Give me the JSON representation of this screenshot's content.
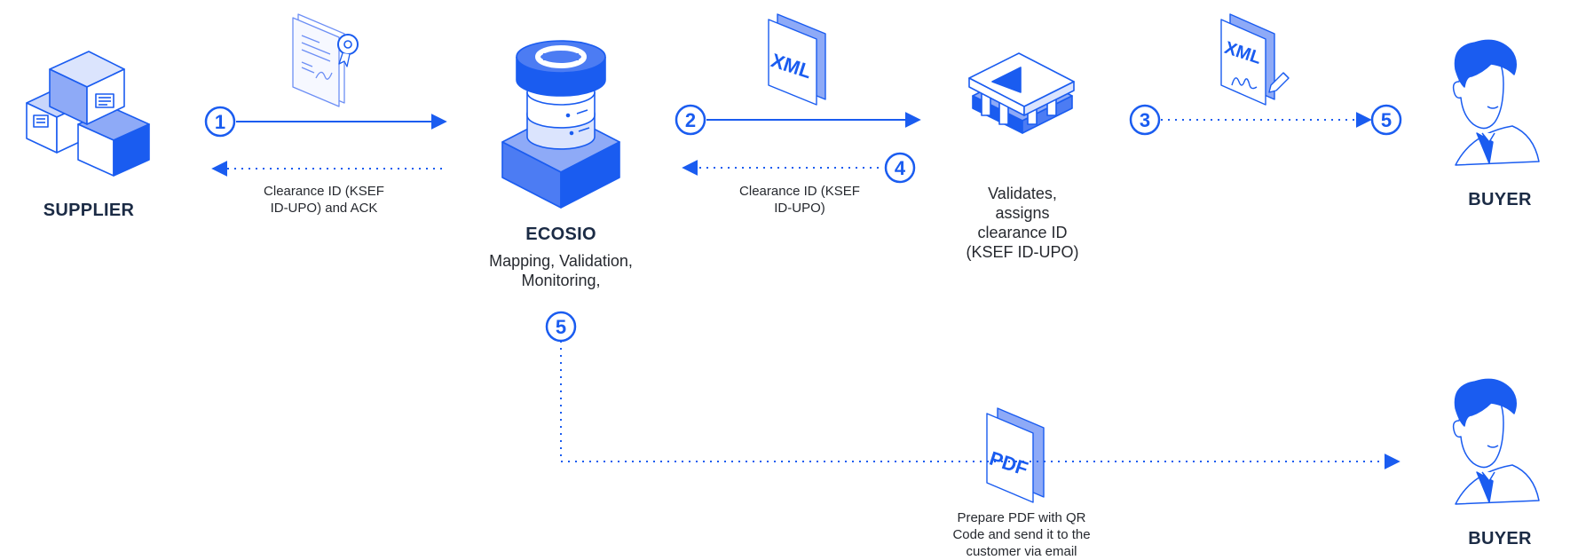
{
  "colors": {
    "accent": "#1a5cf0",
    "light": "#8eaaf7",
    "pale": "#dbe4fd",
    "dark": "#1b2b45"
  },
  "supplier": {
    "label": "SUPPLIER"
  },
  "ecosio": {
    "title": "ECOSIO",
    "desc": "Mapping, Validation,\nMonitoring,"
  },
  "authority": {
    "desc": "Validates,\nassigns\nclearance ID\n(KSEF ID-UPO)"
  },
  "buyer_top": {
    "label": "BUYER"
  },
  "buyer_bottom": {
    "label": "BUYER"
  },
  "steps": [
    "1",
    "2",
    "3",
    "4",
    "5",
    "5"
  ],
  "labels": {
    "ack": "Clearance ID (KSEF\nID-UPO) and ACK",
    "clearance": "Clearance ID (KSEF\nID-UPO)",
    "pdf": "Prepare PDF with QR\nCode and send it to the\ncustomer via email"
  },
  "docs": {
    "xml_mid": "XML",
    "xml_right": "XML",
    "pdf": "PDF"
  },
  "icons": [
    "supplier-boxes-icon",
    "signed-invoice-icon",
    "ecosio-database-icon",
    "xml-document-icon",
    "bank-building-icon",
    "signed-xml-icon",
    "pdf-document-icon",
    "buyer-person-icon"
  ]
}
